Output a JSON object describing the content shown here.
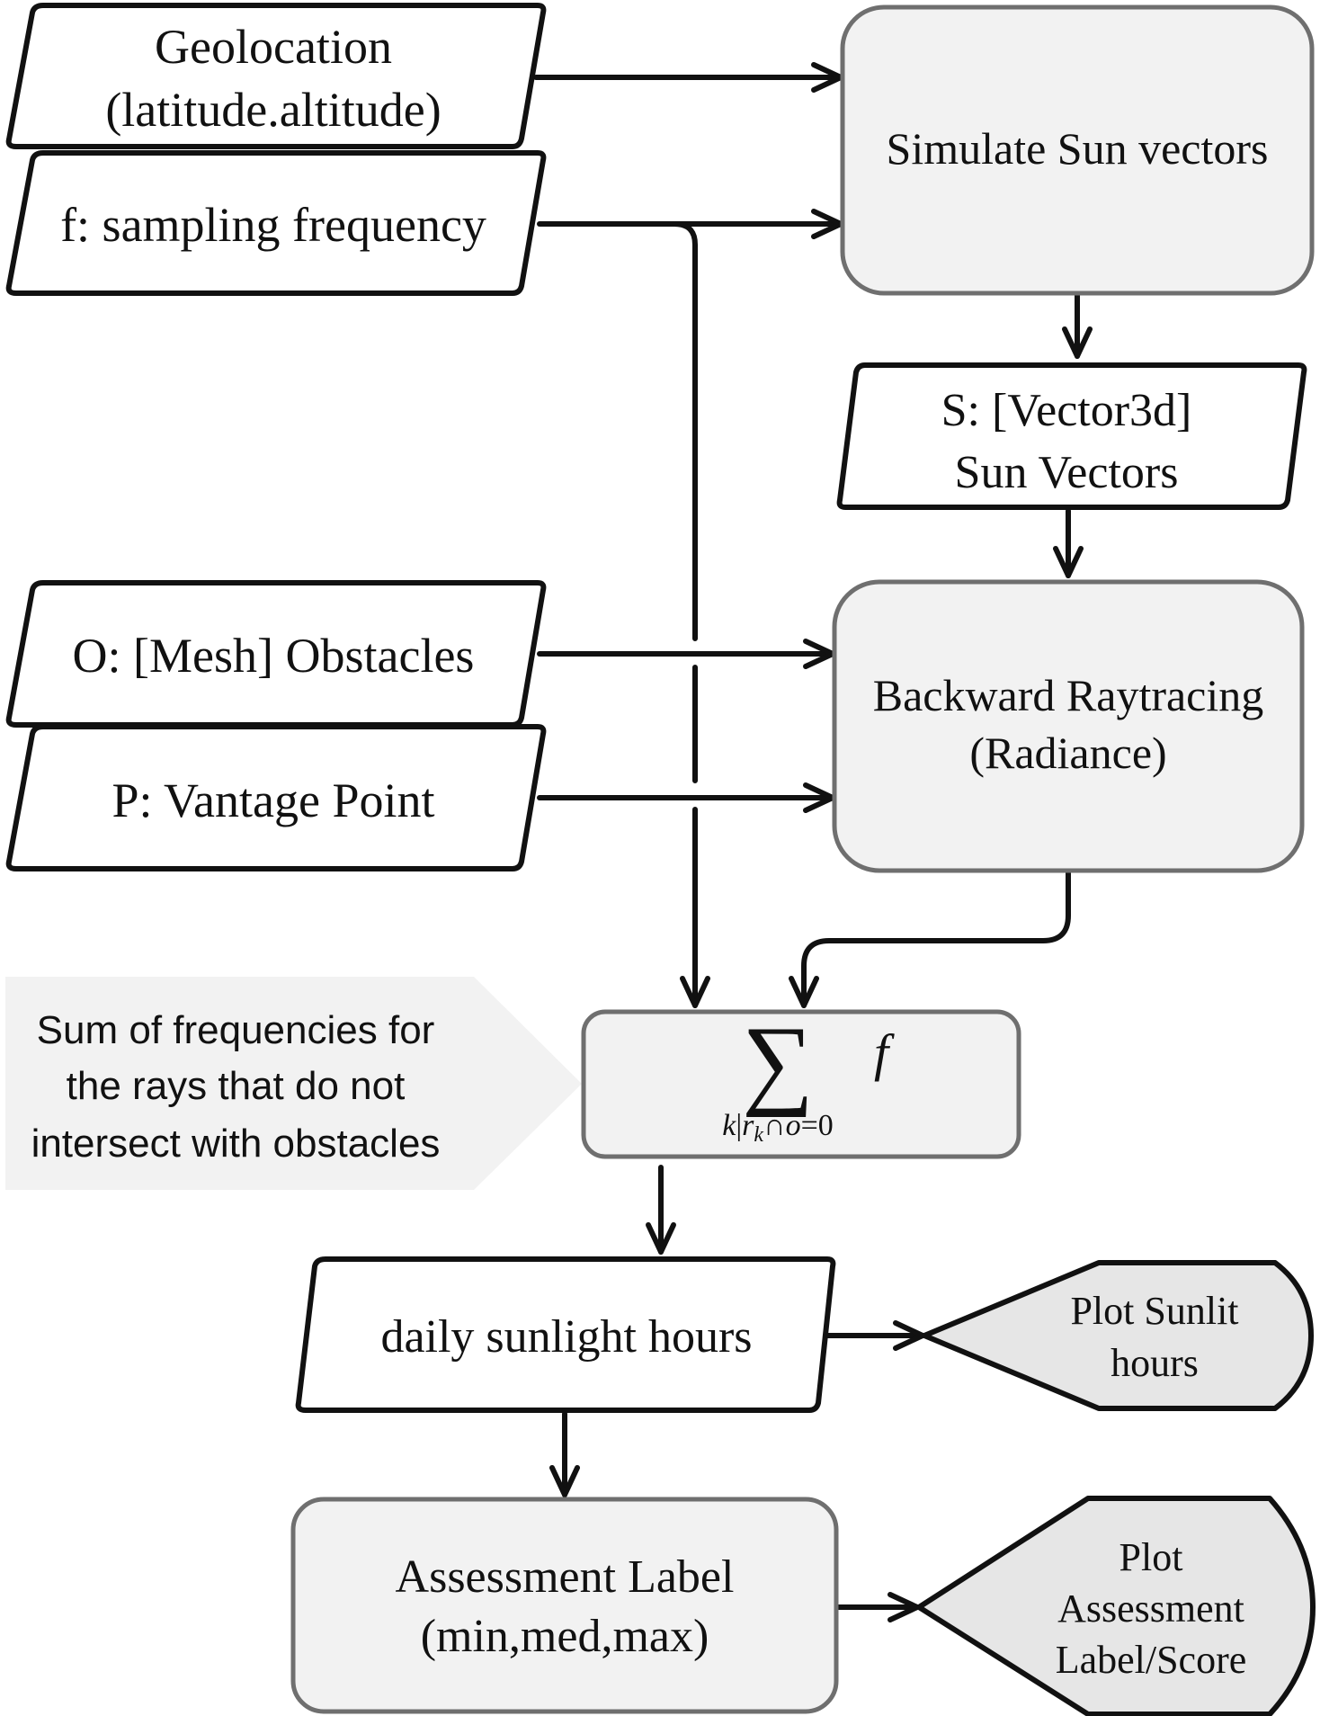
{
  "nodes": {
    "geolocation": {
      "line1": "Geolocation",
      "line2": "(latitude.altitude)"
    },
    "sampling_frequency": {
      "label": "f: sampling frequency"
    },
    "simulate_sun_vectors": {
      "label": "Simulate Sun vectors"
    },
    "sun_vectors": {
      "line1": "S: [Vector3d]",
      "line2": "Sun Vectors"
    },
    "obstacles": {
      "label": "O: [Mesh] Obstacles"
    },
    "vantage_point": {
      "label": "P: Vantage Point"
    },
    "backward_raytracing": {
      "line1": "Backward Raytracing",
      "line2": "(Radiance)"
    },
    "sum": {
      "symbol": "∑",
      "variable": "f",
      "subscript_k": "k",
      "subscript_bar": "|",
      "subscript_r": "r",
      "subscript_rk": "k",
      "subscript_cap": "∩",
      "subscript_o": "o",
      "subscript_eq": "=0"
    },
    "sum_note": {
      "line1": "Sum of frequencies for",
      "line2": "the rays that do not",
      "line3": "intersect with obstacles"
    },
    "daily_sunlight_hours": {
      "label": "daily sunlight hours"
    },
    "plot_sunlit_hours": {
      "line1": "Plot Sunlit",
      "line2": "hours"
    },
    "assessment_label": {
      "line1": "Assessment Label",
      "line2": "(min,med,max)"
    },
    "plot_assessment": {
      "line1": "Plot",
      "line2": "Assessment",
      "line3": "Label/Score"
    }
  }
}
